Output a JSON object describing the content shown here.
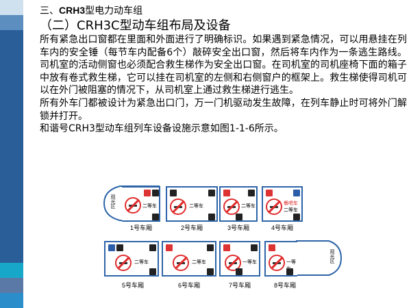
{
  "section": {
    "prefix": "三、",
    "bold": "CRH3",
    "suffix": "型电力动车组"
  },
  "subtitle": "（二）CRH3C型动车组布局及设备",
  "paragraphs": [
    "所有紧急出口窗都在里面和外面进行了明确标识。如果遇到紧急情况，可以用悬挂在列车内的安全锤（每节车内配备6个）敲碎安全出口窗，然后将车内作为一条逃生路线。司机室的活动侧窗也必须配合救生梯作为安全出口窗。在司机室的司机座椅下面的箱子中放有卷式救生梯，它可以挂在司机室的左侧和右侧窗户的框架上。救生梯使得司机可以在外门被阻塞的情况下，从司机室上通过救生梯进行逃生。",
    "所有外车门都被设计为紧急出口门，万一门机驱动发生故障，在列车静止时可将外门解锁并打开。",
    "和谐号CRH3型动车组列车设备设施示意如图1-1-6所示。"
  ],
  "diagram": {
    "obs_label": "观光区",
    "cars_top": [
      {
        "label": "1号车厢",
        "class_text": "二等车"
      },
      {
        "label": "2号车厢",
        "class_text": "二等车"
      },
      {
        "label": "3号车厢",
        "class_text": "二等车"
      },
      {
        "label": "4号车厢",
        "class_text": "餐吧车"
      }
    ],
    "cars_bottom": [
      {
        "label": "5号车厢",
        "class_text": "二等车"
      },
      {
        "label": "6号车厢",
        "class_text": "二等车"
      },
      {
        "label": "7号车厢",
        "class_text": "一等车"
      },
      {
        "label": "8号车厢",
        "class_text": "一等车"
      }
    ],
    "car4_sub": "二等车",
    "colors": {
      "border": "#2d64a8",
      "sign": "#e02b2b"
    }
  }
}
